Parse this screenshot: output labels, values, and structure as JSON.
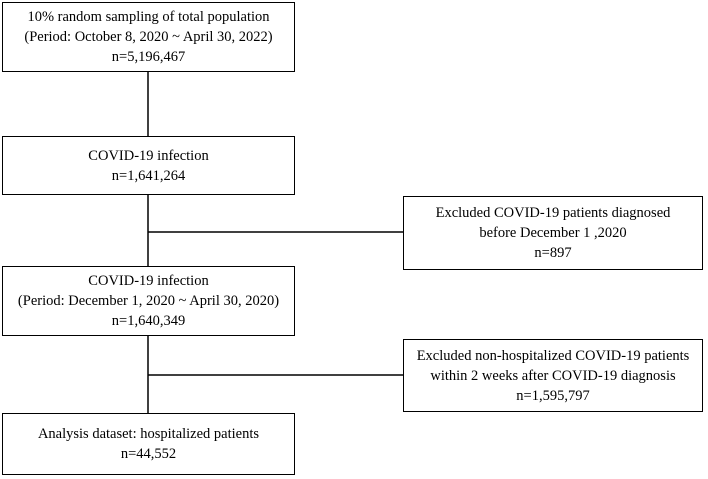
{
  "flowchart": {
    "main_boxes": [
      {
        "lines": [
          "10% random sampling of total population",
          "(Period: October 8, 2020 ~ April 30, 2022)",
          "n=5,196,467"
        ]
      },
      {
        "lines": [
          "COVID-19 infection",
          "n=1,641,264"
        ]
      },
      {
        "lines": [
          "COVID-19 infection",
          "(Period: December 1, 2020 ~ April 30, 2020)",
          "n=1,640,349"
        ]
      },
      {
        "lines": [
          "Analysis dataset: hospitalized patients",
          "n=44,552"
        ]
      }
    ],
    "exclusion_boxes": [
      {
        "lines": [
          "Excluded COVID-19 patients diagnosed",
          "before December 1 ,2020",
          "n=897"
        ]
      },
      {
        "lines": [
          "Excluded non-hospitalized COVID-19 patients",
          "within 2 weeks after COVID-19 diagnosis",
          "n=1,595,797"
        ]
      }
    ]
  }
}
